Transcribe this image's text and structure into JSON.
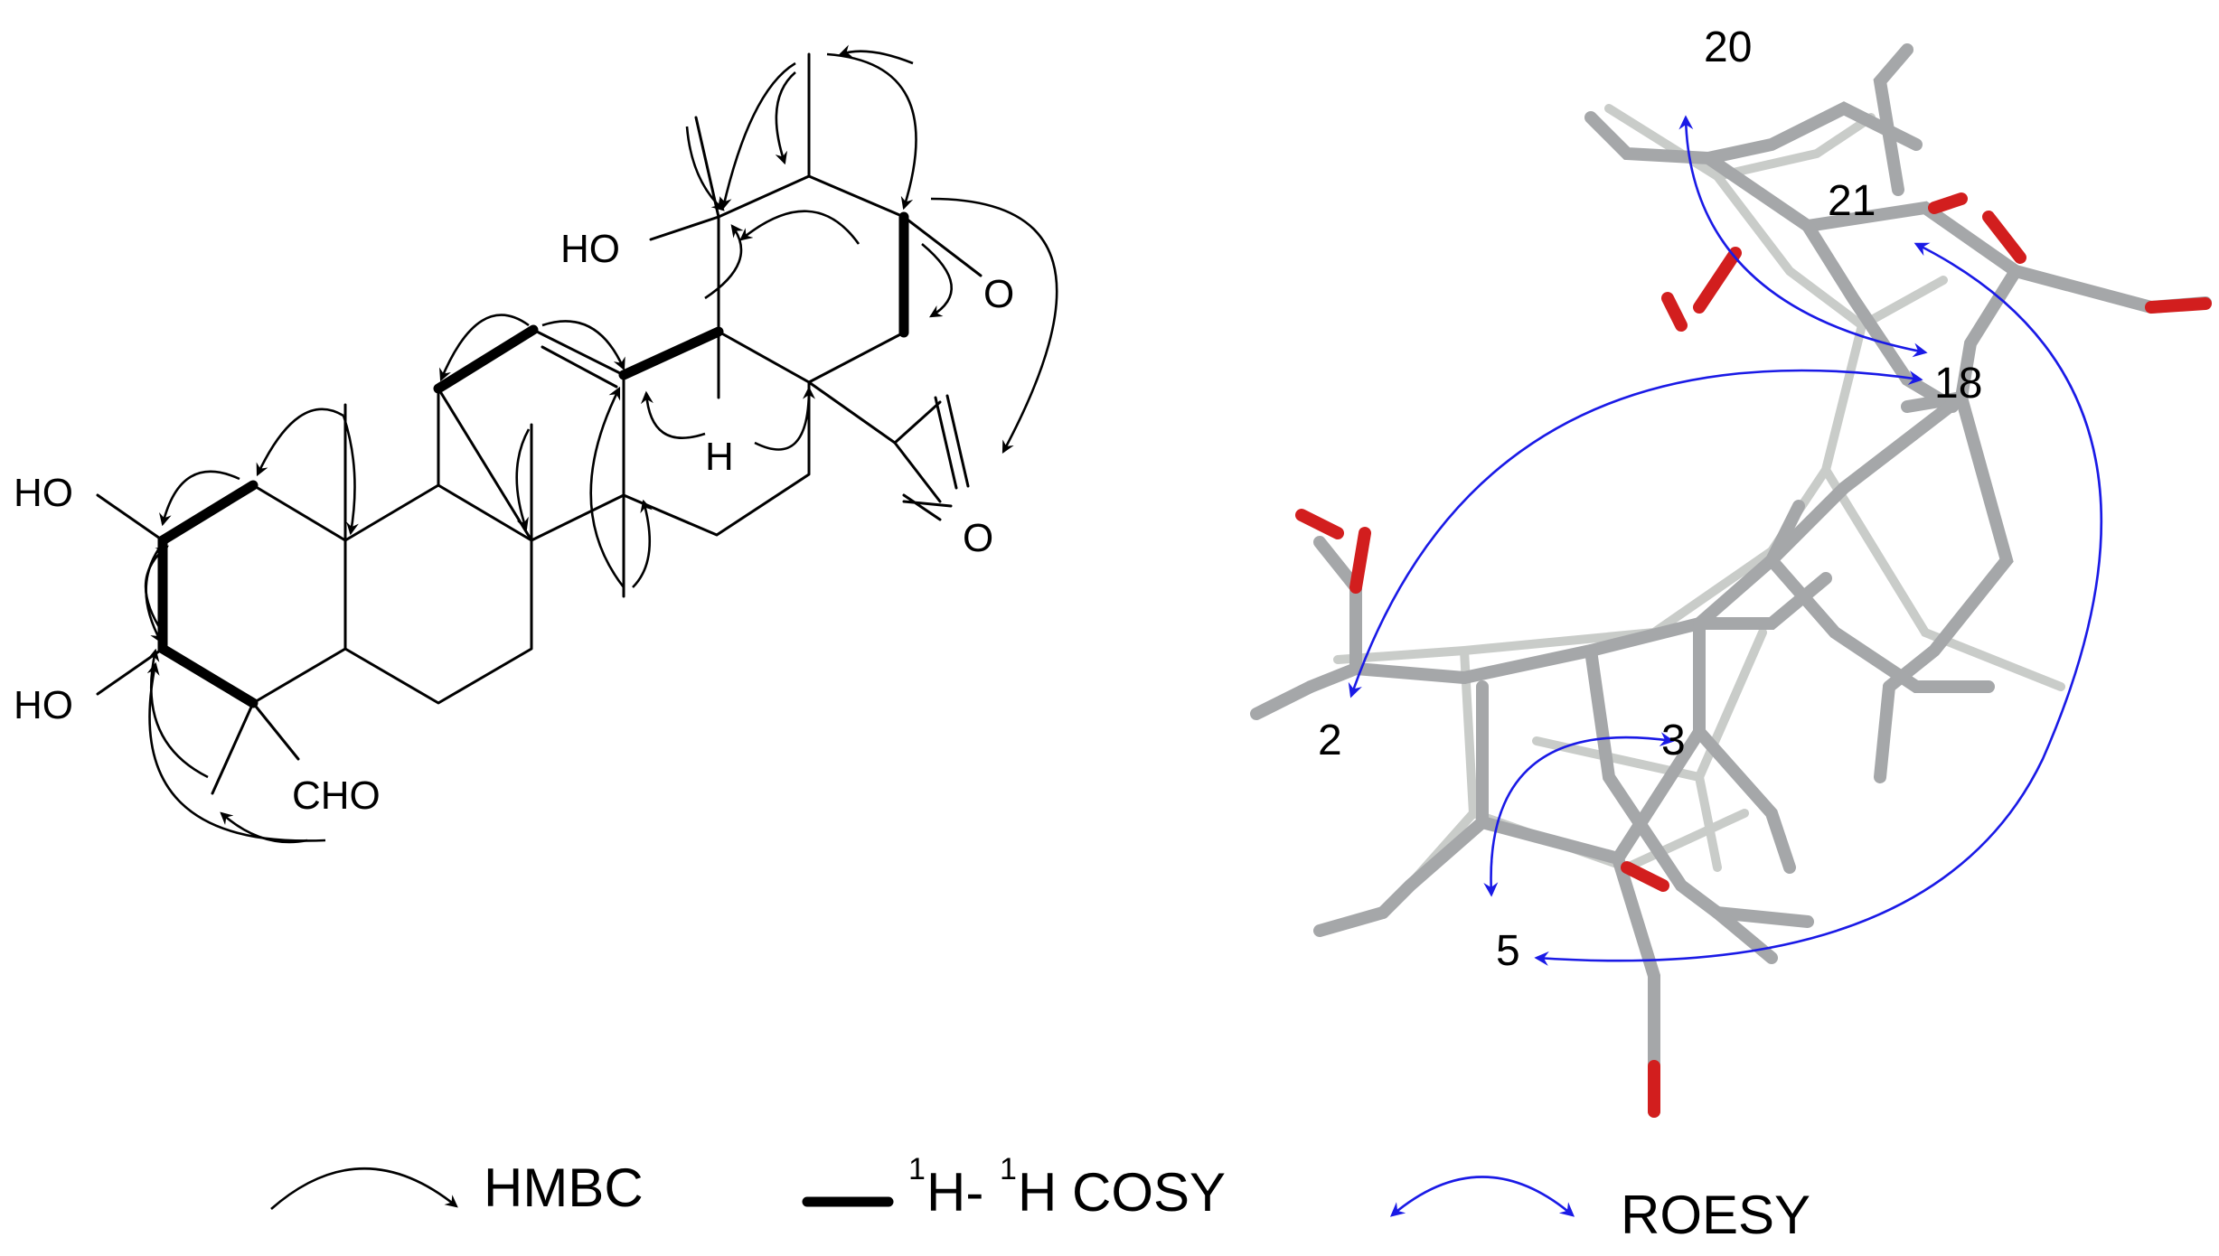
{
  "structure": {
    "labels": {
      "ho_top": "HO",
      "ho_c2": "HO",
      "ho_c3": "HO",
      "h_c13": "H",
      "o_ring": "O",
      "o_carbonyl": "O",
      "cho": "CHO"
    }
  },
  "model3d": {
    "numbers": {
      "n20": "20",
      "n21": "21",
      "n18": "18",
      "n2": "2",
      "n3": "3",
      "n5": "5"
    },
    "colors": {
      "carbon": "#a5a7a9",
      "oxygen": "#d21e1e",
      "roesy": "#1a1ae6"
    }
  },
  "legend": {
    "hmbc_label": "HMBC",
    "cosy_sup1": "1",
    "cosy_h1": "H-",
    "cosy_sup2": "1",
    "cosy_h2": "H COSY",
    "roesy_label": "ROESY"
  }
}
